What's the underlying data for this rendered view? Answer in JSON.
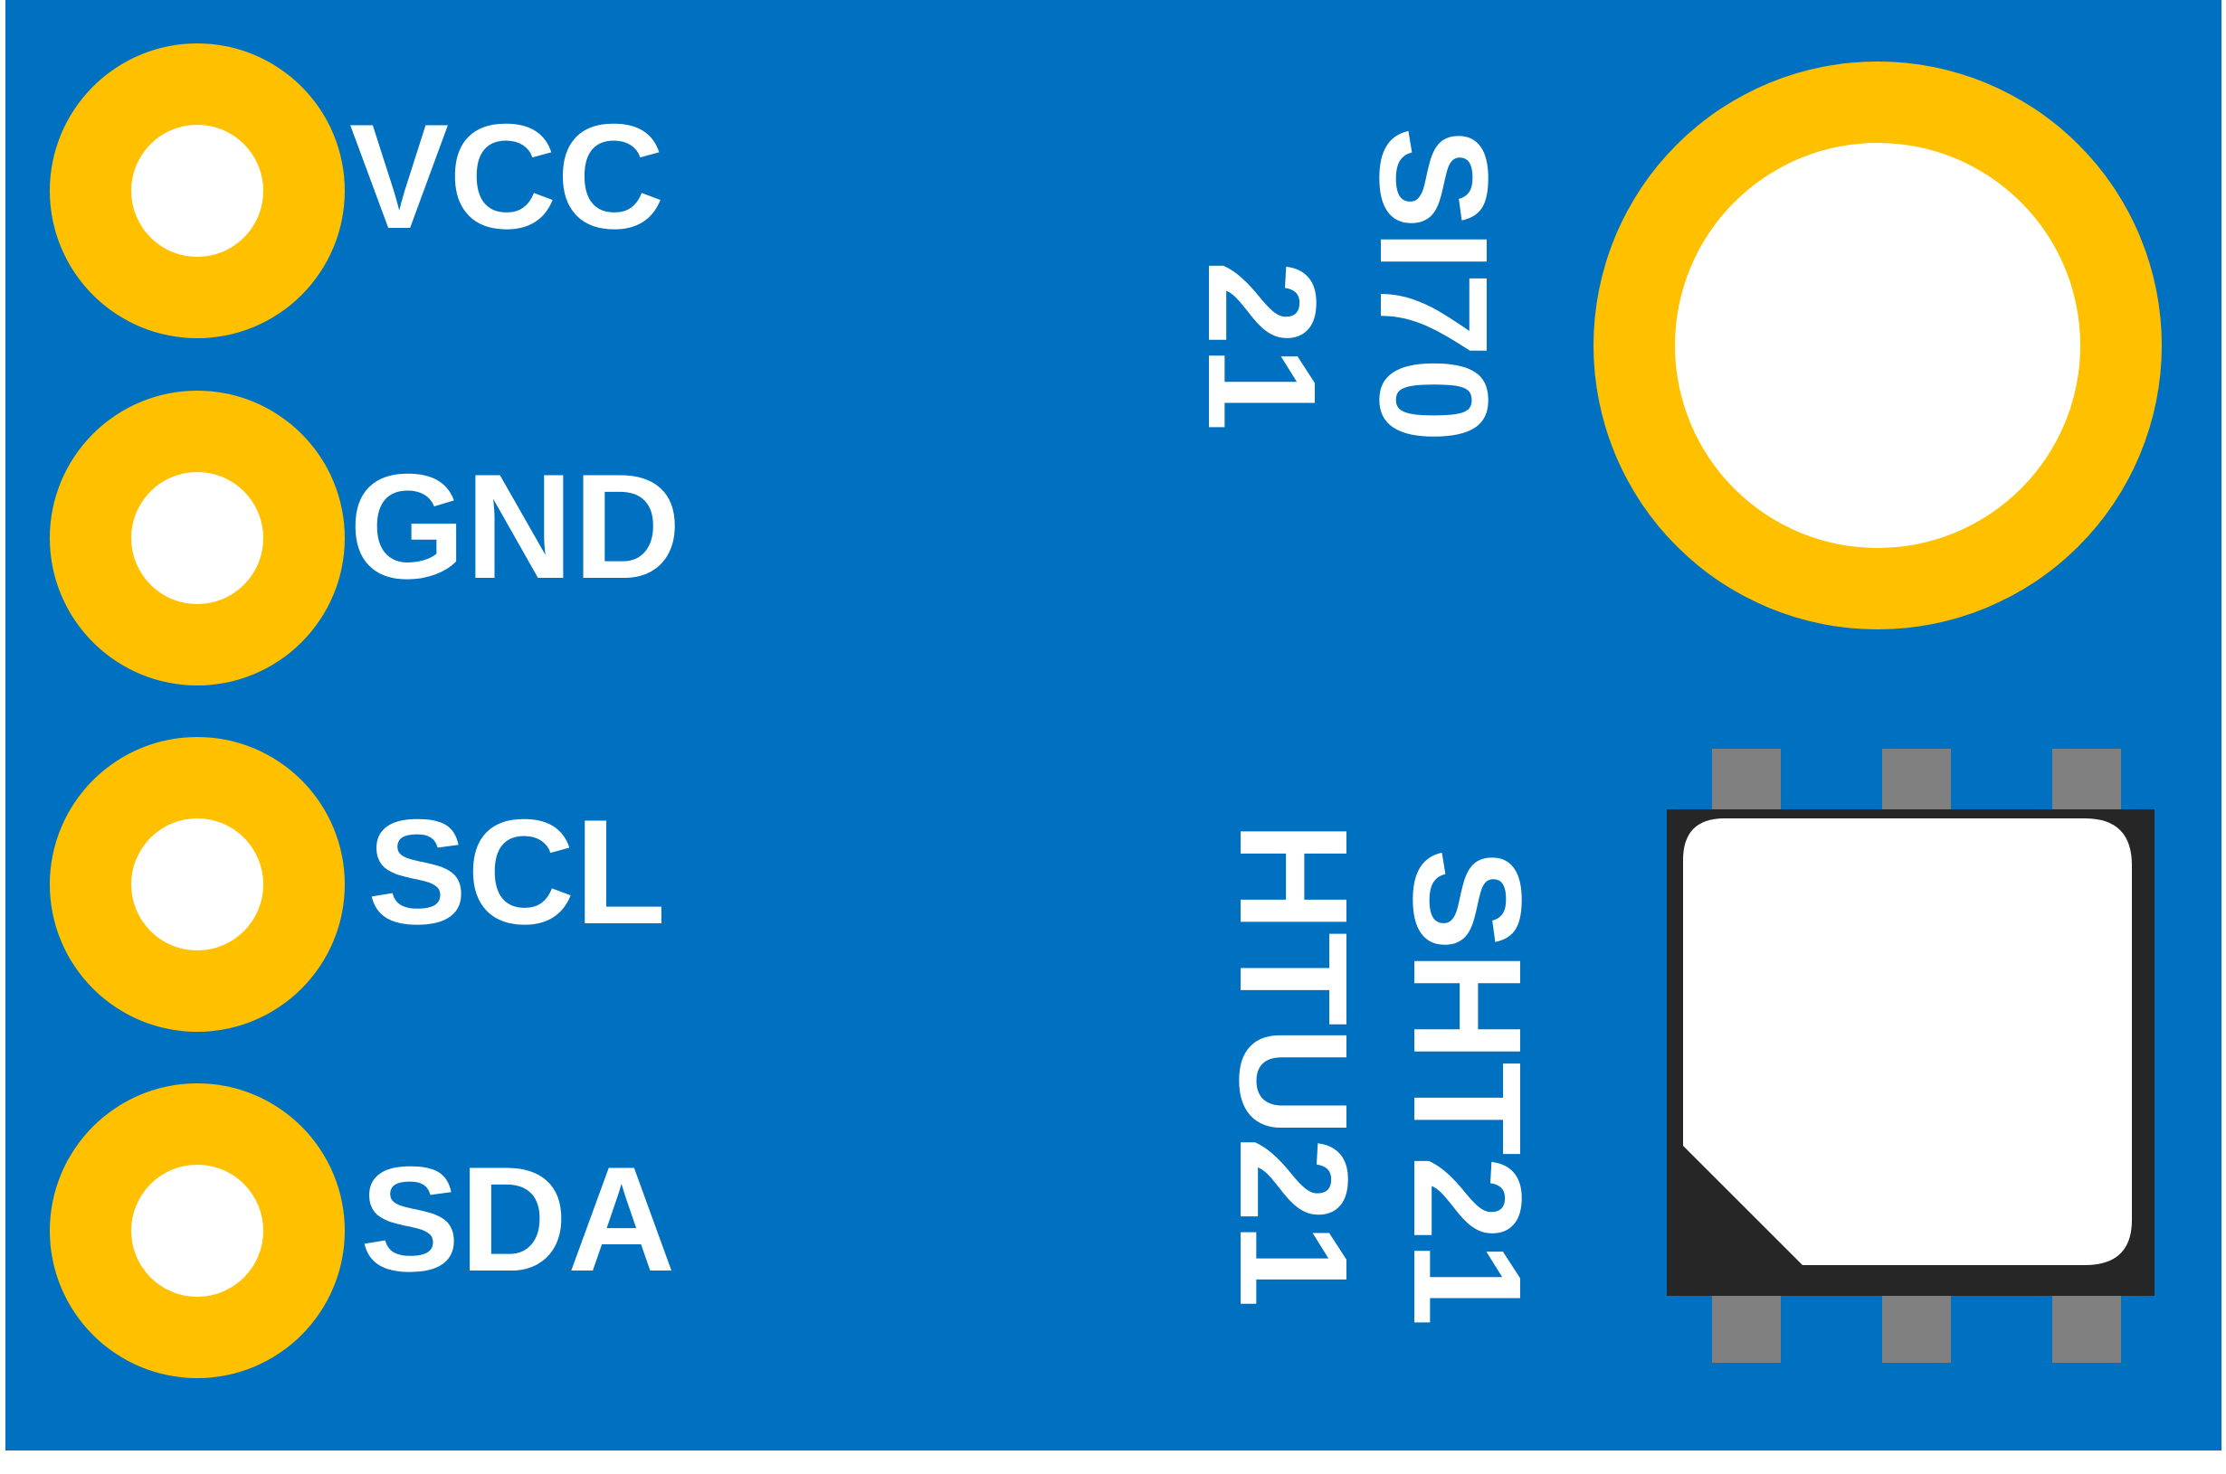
{
  "board": {
    "color": "#0070c0",
    "pad_color": "#ffc000",
    "hole_color": "#ffffff",
    "chip_color": "#262626",
    "lead_color": "#808080"
  },
  "pins": [
    {
      "label": "VCC"
    },
    {
      "label": "GND"
    },
    {
      "label": "SCL"
    },
    {
      "label": "SDA"
    }
  ],
  "silkscreen": {
    "si7021_line1": "SI70",
    "si7021_line2": "21",
    "sht21_label": "SHT21",
    "htu21_label": "HTU21"
  }
}
